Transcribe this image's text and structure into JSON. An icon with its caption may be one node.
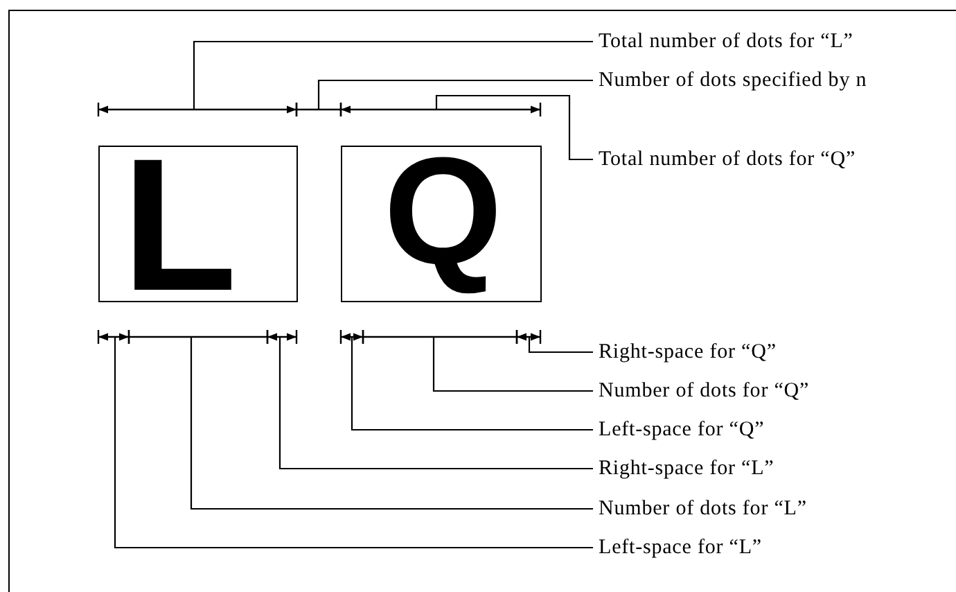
{
  "diagram": {
    "nodes": [
      {
        "text": [
          "L"
        ]
      },
      {
        "text": [
          "Q"
        ]
      },
      {
        "text": [
          "Total number of dots for “L”"
        ]
      },
      {
        "text": [
          "Number of dots specified by n"
        ]
      },
      {
        "text": [
          "Total number of dots for “Q”"
        ]
      },
      {
        "text": [
          "Right-space for “Q”"
        ]
      },
      {
        "text": [
          "Number of dots for “Q”"
        ]
      },
      {
        "text": [
          "Left-space for “Q”"
        ]
      },
      {
        "text": [
          "Right-space for “L”"
        ]
      },
      {
        "text": [
          "Number of dots for “L”"
        ]
      },
      {
        "text": [
          "Left-space for “L”"
        ]
      }
    ],
    "edges": [
      {
        "from": 2,
        "to": null,
        "arrow": "none"
      },
      {
        "from": 3,
        "to": null,
        "arrow": "none"
      },
      {
        "from": 4,
        "to": null,
        "arrow": "none"
      },
      {
        "from": 5,
        "to": null,
        "arrow": "none"
      },
      {
        "from": 6,
        "to": null,
        "arrow": "none"
      },
      {
        "from": 7,
        "to": null,
        "arrow": "none"
      },
      {
        "from": 8,
        "to": null,
        "arrow": "none"
      },
      {
        "from": 9,
        "to": null,
        "arrow": "none"
      },
      {
        "from": 10,
        "to": null,
        "arrow": "none"
      }
    ]
  }
}
